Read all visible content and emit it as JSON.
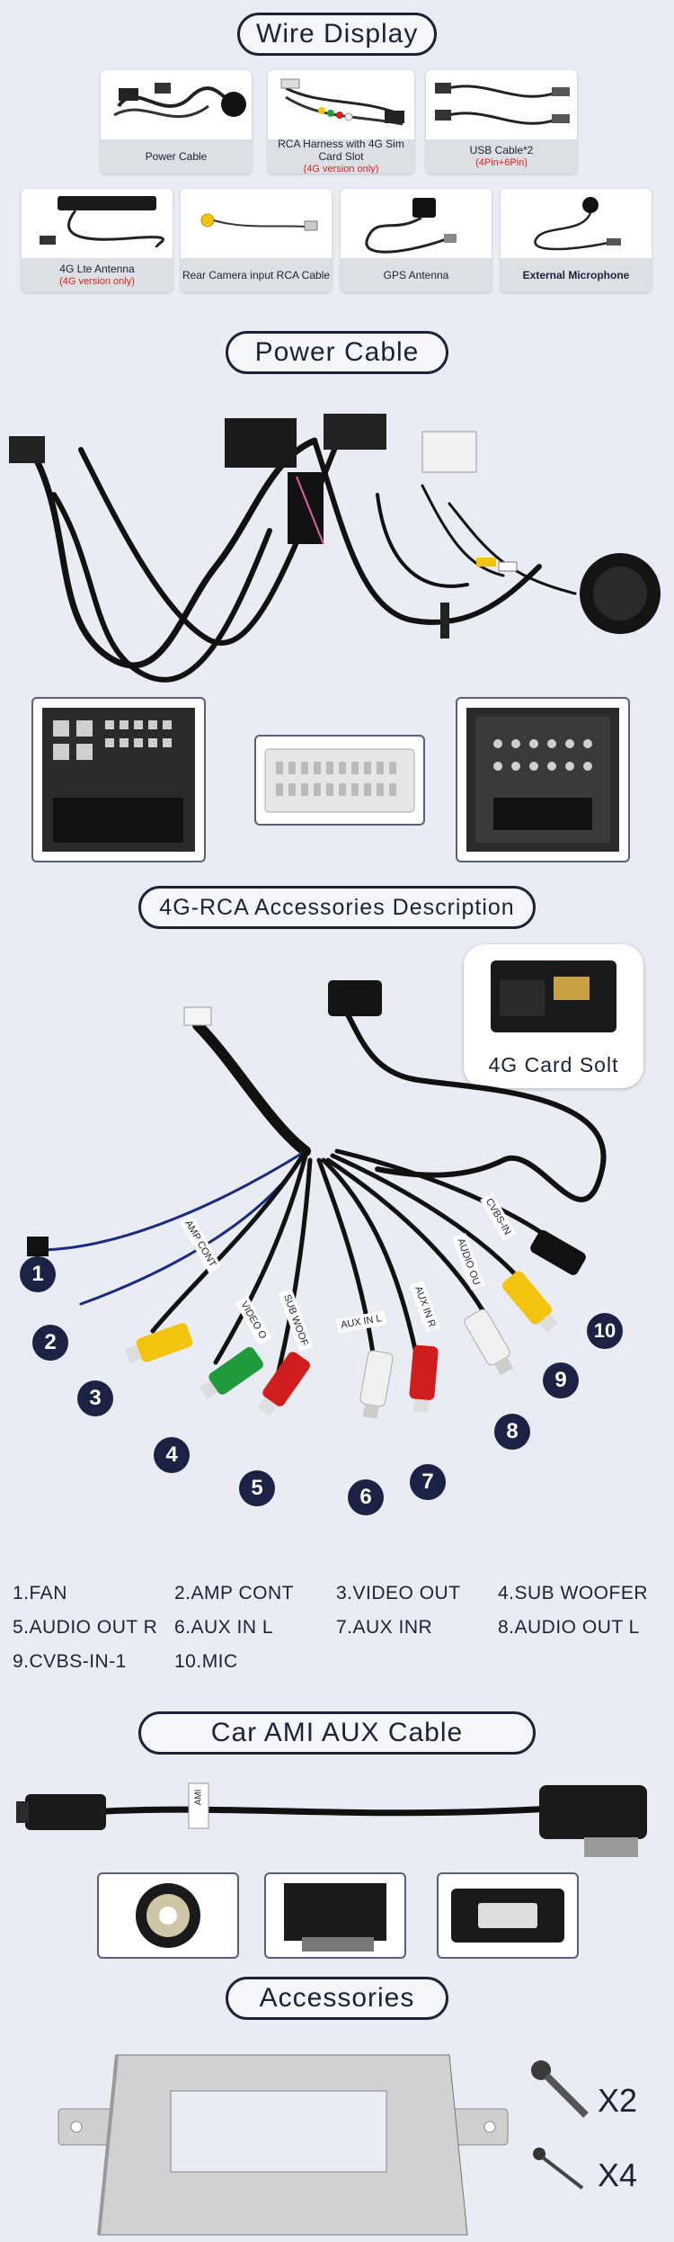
{
  "sections": {
    "wire_display": "Wire Display",
    "power_cable": "Power Cable",
    "rca_desc": "4G-RCA Accessories Description",
    "ami_cable": "Car AMI AUX Cable",
    "accessories": "Accessories"
  },
  "wire_items": [
    {
      "label": "Power Cable",
      "note": ""
    },
    {
      "label": "RCA Harness with 4G Sim Card Slot",
      "note": "(4G version only)"
    },
    {
      "label": "USB Cable*2",
      "note": "(4Pin+6Pin)"
    },
    {
      "label": "4G Lte Antenna",
      "note": "(4G version only)"
    },
    {
      "label": "Rear Camera input RCA Cable",
      "note": ""
    },
    {
      "label": "GPS Antenna",
      "note": ""
    },
    {
      "label": "External Microphone",
      "note": ""
    }
  ],
  "card_slot_label": "4G Card Solt",
  "cable_tags": {
    "amp": "AMP CONT",
    "video": "VIDEO O",
    "sub": "SUB WOOF",
    "auxin": "AUX IN L",
    "auxr": "AUX IN R",
    "audio": "AUDIO OU",
    "cvbs": "CVBS-IN",
    "ami": "AMI"
  },
  "numbers": [
    "1",
    "2",
    "3",
    "4",
    "5",
    "6",
    "7",
    "8",
    "9",
    "10"
  ],
  "legend": [
    [
      "1.FAN",
      "2.AMP CONT",
      "3.VIDEO OUT",
      "4.SUB WOOFER"
    ],
    [
      "5.AUDIO OUT R",
      "6.AUX IN L",
      "7.AUX INR",
      "8.AUDIO OUT L"
    ],
    [
      "9.CVBS-IN-1",
      "10.MIC",
      "",
      ""
    ]
  ],
  "counts": {
    "screw": "X2",
    "bolt": "X4"
  },
  "colors": {
    "navy": "#1c2244",
    "red": "#e02020",
    "yellow": "#f2c40f",
    "green": "#1f9a3c",
    "rca_red": "#d11d1d"
  }
}
